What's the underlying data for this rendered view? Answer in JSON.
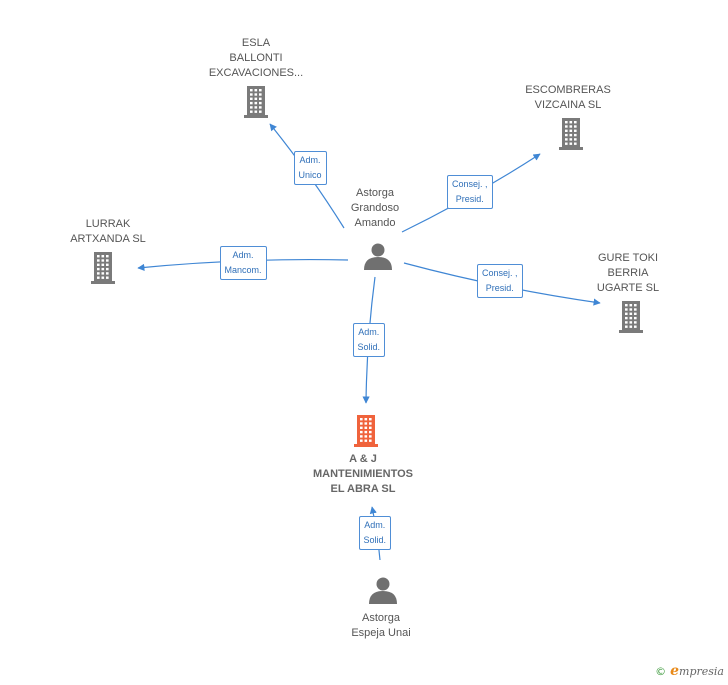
{
  "colors": {
    "edge": "#3f86d4",
    "company_icon": "#7a7a7a",
    "main_company_icon": "#f0633c",
    "person_icon": "#707070"
  },
  "nodes": [
    {
      "id": "esla",
      "kind": "company",
      "label_lines": [
        "ESLA",
        "BALLONTI",
        "EXCAVACIONES..."
      ]
    },
    {
      "id": "escombreras",
      "kind": "company",
      "label_lines": [
        "ESCOMBRERAS",
        "VIZCAINA SL"
      ]
    },
    {
      "id": "lurrak",
      "kind": "company",
      "label_lines": [
        "LURRAK",
        "ARTXANDA SL"
      ]
    },
    {
      "id": "gure",
      "kind": "company",
      "label_lines": [
        "GURE TOKI",
        "BERRIA",
        "UGARTE SL"
      ]
    },
    {
      "id": "astorga_grandoso",
      "kind": "person",
      "label_lines": [
        "Astorga",
        "Grandoso",
        "Amando"
      ]
    },
    {
      "id": "aj",
      "kind": "main-company",
      "label_lines": [
        "A & J",
        "MANTENIMIENTOS",
        "EL ABRA SL"
      ]
    },
    {
      "id": "astorga_espeja",
      "kind": "person",
      "label_lines": [
        "Astorga",
        "Espeja Unai"
      ]
    }
  ],
  "edges": [
    {
      "id": "e1",
      "from": "astorga_grandoso",
      "to": "esla",
      "label_lines": [
        "Adm.",
        "Unico"
      ]
    },
    {
      "id": "e2",
      "from": "astorga_grandoso",
      "to": "escombreras",
      "label_lines": [
        "Consej. ,",
        "Presid."
      ]
    },
    {
      "id": "e3",
      "from": "astorga_grandoso",
      "to": "lurrak",
      "label_lines": [
        "Adm.",
        "Mancom."
      ]
    },
    {
      "id": "e4",
      "from": "astorga_grandoso",
      "to": "gure",
      "label_lines": [
        "Consej. ,",
        "Presid."
      ]
    },
    {
      "id": "e5",
      "from": "astorga_grandoso",
      "to": "aj",
      "label_lines": [
        "Adm.",
        "Solid."
      ]
    },
    {
      "id": "e6",
      "from": "astorga_espeja",
      "to": "aj",
      "label_lines": [
        "Adm.",
        "Solid."
      ]
    }
  ],
  "footer": {
    "copyright_symbol": "©",
    "brand_initial": "e",
    "brand_rest": "mpresia"
  }
}
